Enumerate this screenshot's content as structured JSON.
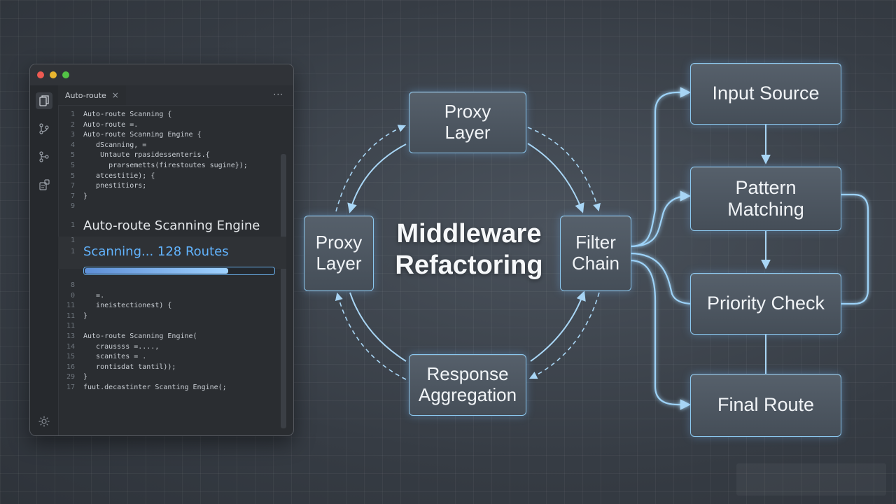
{
  "editor": {
    "tab_label": "Auto-route",
    "tab_close": "×",
    "tab_more": "···",
    "lines_top": [
      {
        "n": "1",
        "t": "Auto-route Scanning {"
      },
      {
        "n": "2",
        "t": "Auto-route =."
      },
      {
        "n": "3",
        "t": "Auto-route Scanning Engine {"
      },
      {
        "n": "4",
        "t": "   dScanning, ="
      },
      {
        "n": "5",
        "t": "    Untaute rpasidessenteris.{"
      },
      {
        "n": "5",
        "t": "      prarsemetts(firestoutes sugine});"
      },
      {
        "n": "5",
        "t": "   atcestitie); {"
      },
      {
        "n": "7",
        "t": "   pnestitiors;"
      },
      {
        "n": "7",
        "t": "}"
      },
      {
        "n": "9",
        "t": ""
      }
    ],
    "heading_ln": "1",
    "heading": "Auto-route Scanning Engine",
    "scan_ln_1": "1",
    "scan_ln_2": "1",
    "scan_text": "Scanning... 128 Routes",
    "progress": 0.76,
    "lines_bottom": [
      {
        "n": "8",
        "t": ""
      },
      {
        "n": "0",
        "t": "   =."
      },
      {
        "n": "11",
        "t": "   ineistectionest) {"
      },
      {
        "n": "11",
        "t": "}"
      },
      {
        "n": "11",
        "t": ""
      },
      {
        "n": "13",
        "t": "Auto-route Scanning Engine("
      },
      {
        "n": "14",
        "t": "   craussss =....,"
      },
      {
        "n": "15",
        "t": "   scanites = ."
      },
      {
        "n": "16",
        "t": "   rontisdat tantil));"
      },
      {
        "n": "29",
        "t": "}"
      },
      {
        "n": "17",
        "t": "fuut.decastinter Scanting Engine(;"
      }
    ]
  },
  "diagram": {
    "title": "Middleware\nRefactoring",
    "cycle_nodes": {
      "proxy_top": "Proxy\nLayer",
      "proxy_left": "Proxy\nLayer",
      "filter_chain": "Filter\nChain",
      "response": "Response\nAggregation"
    },
    "flow_nodes": {
      "input_source": "Input Source",
      "pattern_matching": "Pattern\nMatching",
      "priority_check": "Priority Check",
      "final_route": "Final Route"
    },
    "colors": {
      "accent": "#8cc8ef",
      "arrow": "#a9d6f5",
      "progress": "#62b4ff"
    }
  }
}
